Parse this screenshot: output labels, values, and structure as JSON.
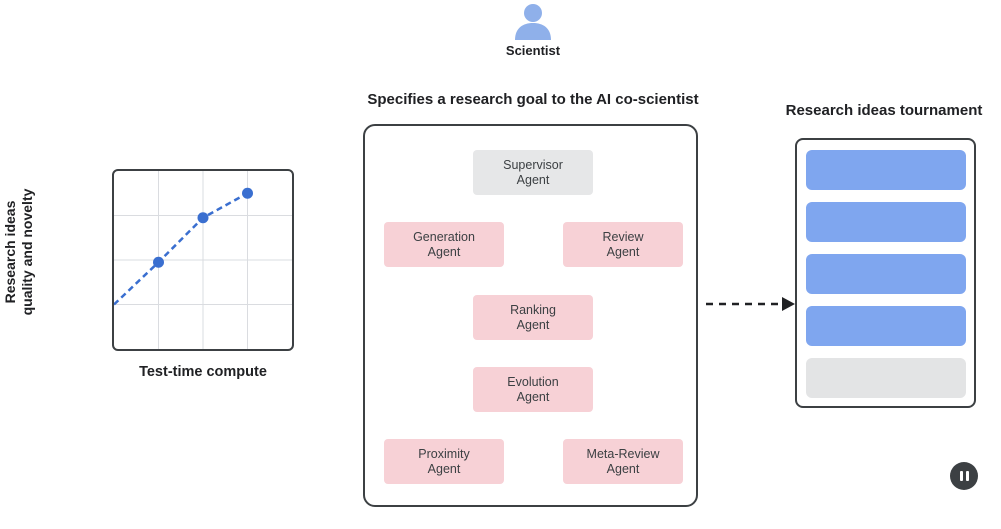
{
  "scientist": {
    "label": "Scientist",
    "icon": "person-icon",
    "color": "#8fb0ea"
  },
  "main": {
    "title": "Specifies a research goal to the AI co-scientist",
    "agents": [
      {
        "line1": "Supervisor",
        "line2": "Agent",
        "kind": "supervisor"
      },
      {
        "line1": "Generation",
        "line2": "Agent",
        "kind": "worker"
      },
      {
        "line1": "Review",
        "line2": "Agent",
        "kind": "worker"
      },
      {
        "line1": "Ranking",
        "line2": "Agent",
        "kind": "worker"
      },
      {
        "line1": "Evolution",
        "line2": "Agent",
        "kind": "worker"
      },
      {
        "line1": "Proximity",
        "line2": "Agent",
        "kind": "worker"
      },
      {
        "line1": "Meta-Review",
        "line2": "Agent",
        "kind": "worker"
      }
    ],
    "colors": {
      "supervisor": "#e6e7e8",
      "worker": "#f7d1d6"
    }
  },
  "chart_data": {
    "type": "line",
    "xlabel": "Test-time compute",
    "ylabel_line1": "Research ideas",
    "ylabel_line2": "quality and novelty",
    "xlim": [
      0,
      4
    ],
    "ylim": [
      0,
      4
    ],
    "grid": true,
    "series": [
      {
        "x": [
          0,
          1,
          2,
          3
        ],
        "y": [
          1.0,
          1.95,
          2.95,
          3.5
        ],
        "line_style": "dashed",
        "color": "#3a6fd0"
      }
    ],
    "points": [
      {
        "x": 1,
        "y": 1.95
      },
      {
        "x": 2,
        "y": 2.95
      },
      {
        "x": 3,
        "y": 3.5
      }
    ]
  },
  "tournament": {
    "title": "Research ideas tournament",
    "ideas": [
      {
        "status": "ranked"
      },
      {
        "status": "ranked"
      },
      {
        "status": "ranked"
      },
      {
        "status": "ranked"
      },
      {
        "status": "pending"
      }
    ],
    "colors": {
      "ranked": "#7fa6ef",
      "pending": "#e3e4e5"
    }
  },
  "controls": {
    "pause_icon": "pause-icon"
  }
}
